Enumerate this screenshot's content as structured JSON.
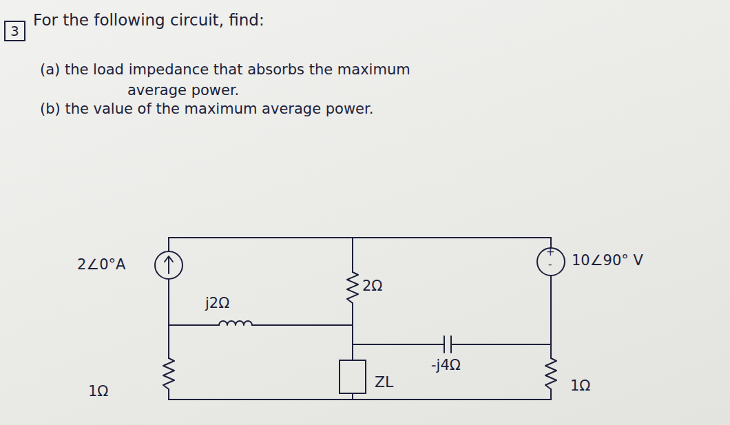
{
  "diagram": {
    "title": "For the following circuit, find:",
    "nodes": [
      {
        "text": [
          "3"
        ]
      },
      {
        "text": [
          "ZL"
        ]
      }
    ],
    "labels": [
      "(a) the load impedance that absorbs the maximum average power.",
      "(b) the value of the maximum average power.",
      "2∠0°A",
      "j2Ω",
      "2Ω",
      "+",
      "-",
      "10∠90° V",
      "-j4Ω",
      "1Ω",
      "1Ω"
    ]
  }
}
